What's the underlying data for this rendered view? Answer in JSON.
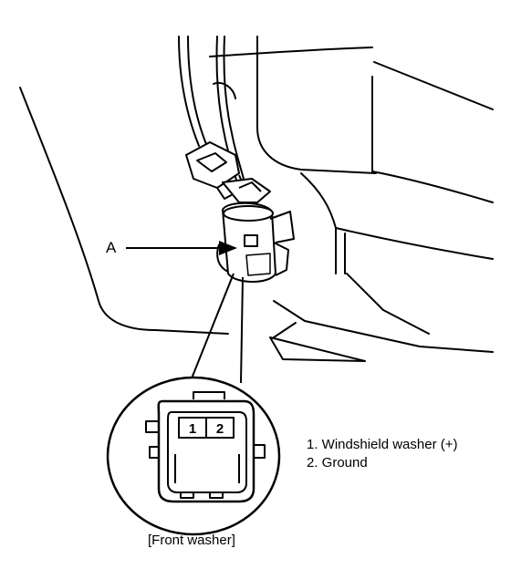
{
  "callout_label": "A",
  "pins": [
    "1",
    "2"
  ],
  "legend": [
    "1. Windshield washer (+)",
    "2. Ground"
  ],
  "caption": "[Front washer]"
}
